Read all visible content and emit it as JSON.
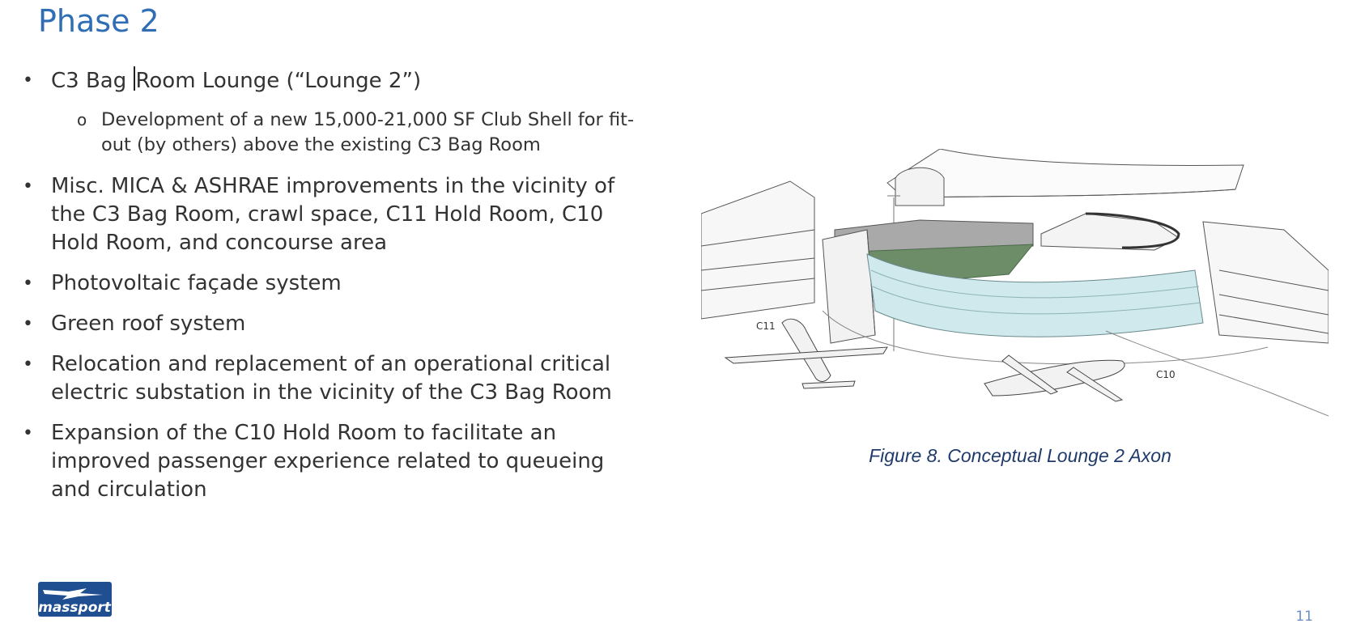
{
  "slide": {
    "title": "Phase 2",
    "bullets": [
      {
        "text_before_cursor": "C3 Bag ",
        "text_after_cursor": "Room Lounge (“Lounge 2”)",
        "sub": "Development of a new 15,000-21,000 SF Club Shell for fit-out (by others) above the existing C3 Bag Room"
      },
      {
        "text": "Misc. MICA & ASHRAE improvements in the vicinity of the C3 Bag Room, crawl space, C11 Hold Room, C10 Hold Room, and concourse area"
      },
      {
        "text": "Photovoltaic façade system"
      },
      {
        "text": "Green roof system"
      },
      {
        "text": "Relocation and replacement of an operational critical electric substation in the vicinity of the C3 Bag Room"
      },
      {
        "text": "Expansion of the C10 Hold Room to facilitate an improved passenger experience related to queueing and circulation"
      }
    ],
    "bullet_glyph": "•",
    "sub_bullet_glyph": "o",
    "figure": {
      "caption": "Figure 8. Conceptual Lounge 2 Axon",
      "gate_labels": [
        "C11",
        "C10"
      ]
    },
    "logo_text": "massport",
    "page_number": "11"
  },
  "colors": {
    "title": "#2f6eb5",
    "body_text": "#333333",
    "caption": "#1f3a6b",
    "logo_blue": "#1f4e91",
    "green_roof": "#6c8d68",
    "glass": "#cfe9ec"
  }
}
